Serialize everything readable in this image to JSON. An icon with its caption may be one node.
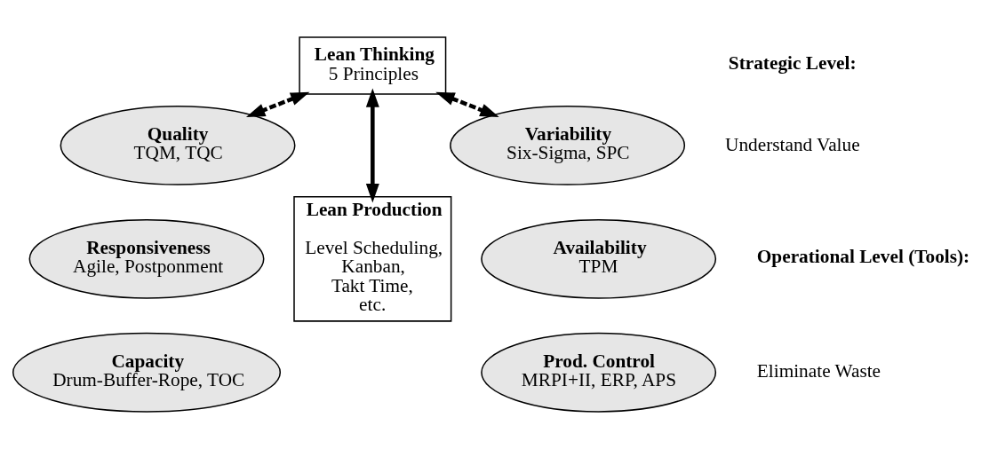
{
  "diagram": {
    "nodes": [
      {
        "text": [
          "Lean Thinking",
          "5 Principles"
        ]
      },
      {
        "text": [
          "Quality",
          "TQM, TQC"
        ]
      },
      {
        "text": [
          "Responsiveness",
          "Agile, Postponment"
        ]
      },
      {
        "text": [
          "Capacity",
          "Drum-Buffer-Rope, TOC"
        ]
      },
      {
        "text": [
          "Lean Production",
          "Level Scheduling, Kanban, Takt Time, etc."
        ]
      },
      {
        "text": [
          "Variability",
          "Six-Sigma, SPC"
        ]
      },
      {
        "text": [
          "Availability",
          "TPM"
        ]
      },
      {
        "text": [
          "Prod. Control",
          "MRPI+II, ERP, APS"
        ]
      }
    ],
    "edges": [
      {
        "from": 0,
        "to": 1,
        "arrow": "both",
        "style": "dashed"
      },
      {
        "from": 0,
        "to": 4,
        "arrow": "both"
      },
      {
        "from": 0,
        "to": 5,
        "arrow": "both",
        "style": "dashed"
      }
    ],
    "labels": [
      "Strategic Level:",
      "Understand Value",
      "Operational Level (Tools):",
      "Eliminate Waste"
    ]
  }
}
